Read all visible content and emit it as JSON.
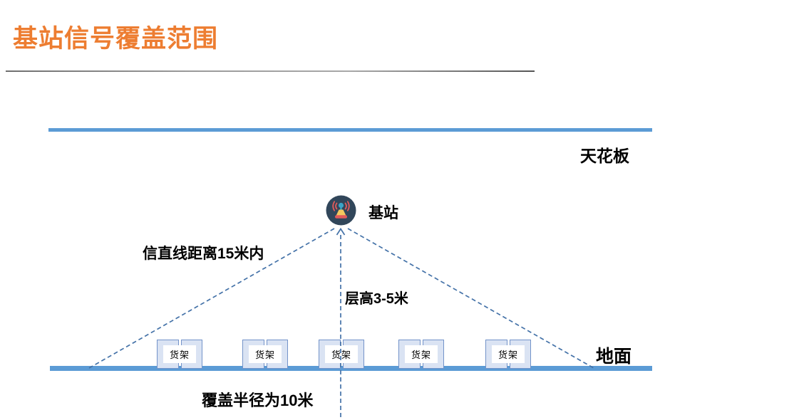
{
  "page": {
    "title": "基站信号覆盖范围"
  },
  "colors": {
    "title_orange": "#ED7D31",
    "structure_blue": "#5B9BD5",
    "dashed_blue": "#4472A8",
    "shelf_fill": "#DAE3F3",
    "shelf_border": "#7393C9",
    "icon_background": "#31465A",
    "icon_red": "#E25B5B",
    "icon_yellow": "#F2C85F",
    "icon_teal": "#3BA4C7",
    "text_black": "#000000",
    "underline_gray": "#808080"
  },
  "diagram": {
    "ceiling_label": "天花板",
    "ground_label": "地面",
    "base_station": {
      "icon": "antenna-signal-icon",
      "label": "基站"
    },
    "annotations": {
      "slant_distance": "信直线距离15米内",
      "floor_height": "层高3-5米",
      "coverage_radius": "覆盖半径为10米"
    },
    "shelves": [
      {
        "label": "货架"
      },
      {
        "label": "货架"
      },
      {
        "label": "货架"
      },
      {
        "label": "货架"
      },
      {
        "label": "货架"
      }
    ]
  }
}
